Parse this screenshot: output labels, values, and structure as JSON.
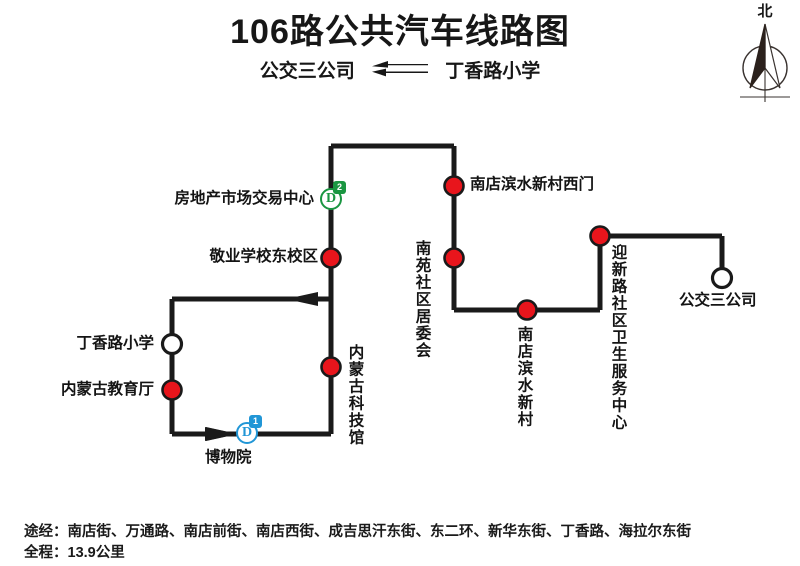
{
  "title": "106路公共汽车线路图",
  "subtitle": {
    "left_terminus": "公交三公司",
    "right_terminus": "丁香路小学",
    "arrow_icon": "double-arrow-left-icon"
  },
  "compass": {
    "label": "北",
    "icon": "compass-north-icon"
  },
  "colors": {
    "line": "#1a1a1a",
    "stop_fill": "#e8151c",
    "stop_stroke": "#1a1a1a",
    "terminus_fill": "#ffffff",
    "badge_green": "#1a9641",
    "badge_blue": "#2196d6",
    "text": "#141414"
  },
  "stations": [
    {
      "id": "fangdichan",
      "name": "房地产市场交易中心",
      "marker": "badge-green-d2",
      "orientation": "horizontal-right"
    },
    {
      "id": "jingye",
      "name": "敬业学校东校区",
      "marker": "red-stop",
      "orientation": "horizontal-right"
    },
    {
      "id": "nandian-binshui-ximen",
      "name": "南店滨水新村西门",
      "marker": "red-stop",
      "orientation": "horizontal-left"
    },
    {
      "id": "nanyuan-shequ",
      "name": "南苑社区居委会",
      "marker": "red-stop",
      "orientation": "vertical"
    },
    {
      "id": "nandian-binshui",
      "name": "南店滨水新村",
      "marker": "red-stop",
      "orientation": "vertical"
    },
    {
      "id": "yingxinlu",
      "name": "迎新路社区卫生服务中心",
      "marker": "red-stop",
      "orientation": "vertical"
    },
    {
      "id": "gongjiao-sangongsi",
      "name": "公交三公司",
      "marker": "white-terminus",
      "orientation": "horizontal-below"
    },
    {
      "id": "neimenggu-keji",
      "name": "内蒙古科技馆",
      "marker": "red-stop",
      "orientation": "vertical"
    },
    {
      "id": "dingxianglu",
      "name": "丁香路小学",
      "marker": "white-terminus",
      "orientation": "horizontal-right"
    },
    {
      "id": "neimenggu-jiaoyu",
      "name": "内蒙古教育厅",
      "marker": "red-stop",
      "orientation": "horizontal-right"
    },
    {
      "id": "bowuyuan",
      "name": "博物院",
      "marker": "badge-blue-d1",
      "orientation": "horizontal-below"
    }
  ],
  "badges": {
    "green_letter": "D",
    "green_sup": "2",
    "blue_letter": "D",
    "blue_sup": "1"
  },
  "footer": {
    "via_line": "途经：南店街、万通路、南店前街、南店西街、成吉思汗东街、东二环、新华东街、丁香路、海拉尔东街",
    "length_line": "全程：13.9公里"
  }
}
